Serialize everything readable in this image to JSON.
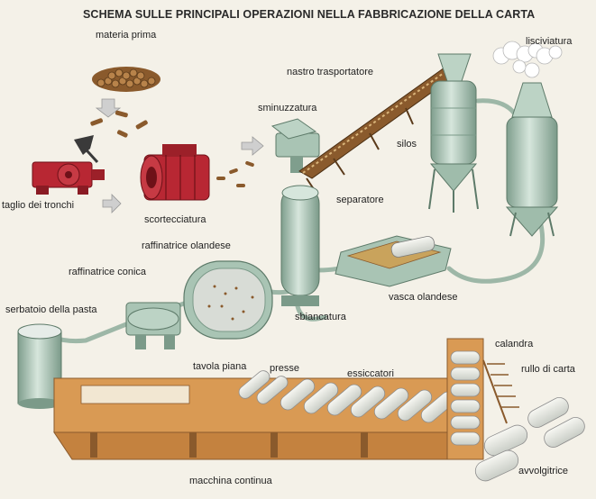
{
  "title": "SCHEMA SULLE PRINCIPALI OPERAZIONI NELLA FABBRICAZIONE DELLA CARTA",
  "labels": {
    "materia_prima": "materia prima",
    "nastro_trasportatore": "nastro trasportatore",
    "lisciviatura": "lisciviatura",
    "sminuzzatura": "sminuzzatura",
    "silos": "silos",
    "taglio_dei_tronchi": "taglio dei tronchi",
    "scortecciatura": "scortecciatura",
    "separatore": "separatore",
    "raffinatrice_olandese": "raffinatrice olandese",
    "raffinatrice_conica": "raffinatrice conica",
    "vasca_olandese": "vasca olandese",
    "serbatoio_della_pasta": "serbatoio della pasta",
    "sbiancatura": "sbiancatura",
    "calandra": "calandra",
    "rullo_di_carta": "rullo di carta",
    "tavola_piana": "tavola piana",
    "presse": "presse",
    "essiccatori": "essiccatori",
    "avvolgitrice": "avvolgitrice",
    "macchina_continua": "macchina continua"
  },
  "colors": {
    "machine_red": "#b82733",
    "steel_green": "#a9c4b4",
    "machine_orange": "#d99a54",
    "wood_brown": "#8a5a2c"
  }
}
